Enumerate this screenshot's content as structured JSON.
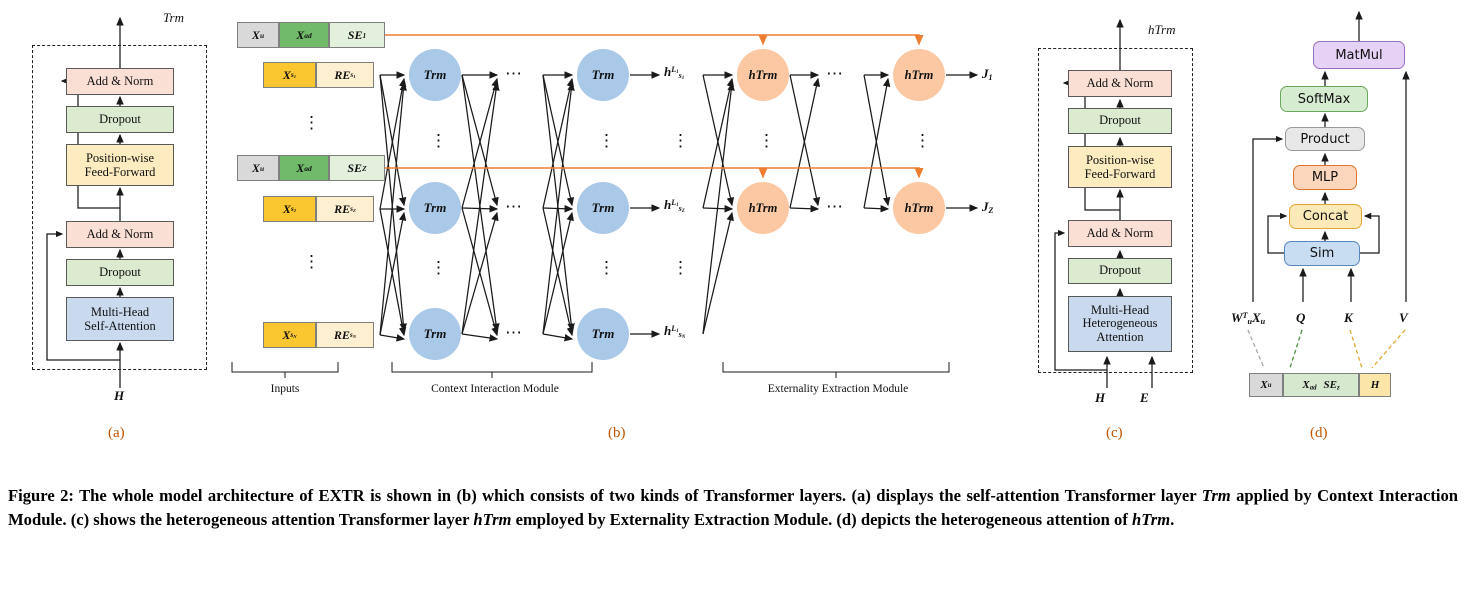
{
  "figure": {
    "panels": [
      "(a)",
      "(b)",
      "(c)",
      "(d)"
    ],
    "panel_a": {
      "tag": "Trm",
      "letter": "(a)",
      "input_symbol": "H",
      "blocks": [
        {
          "label": "Add & Norm",
          "color": "#fadfd5"
        },
        {
          "label": "Dropout",
          "color": "#dcead0"
        },
        {
          "label": "Position-wise\nFeed-Forward",
          "line1": "Position-wise",
          "line2": "Feed-Forward",
          "color": "#fcecc0"
        },
        {
          "label": "Add & Norm",
          "color": "#fadfd5"
        },
        {
          "label": "Dropout",
          "color": "#dcead0"
        },
        {
          "label": "Multi-Head\nSelf-Attention",
          "line1": "Multi-Head",
          "line2": "Self-Attention",
          "color": "#c9daee"
        }
      ]
    },
    "panel_b": {
      "letter": "(b)",
      "group_labels": [
        "Inputs",
        "Context Interaction Module",
        "Externality Extraction Module"
      ],
      "input_rows": [
        {
          "cells": [
            {
              "text": "X_u",
              "base": "X",
              "sub": "u",
              "color": "#d9d9d9"
            },
            {
              "text": "X_ad",
              "base": "X",
              "sub": "ad",
              "color": "#70ba6a"
            },
            {
              "text": "SE_1",
              "base": "SE",
              "sub": "1",
              "color": "#e2f0dc"
            }
          ]
        },
        {
          "cells": [
            {
              "text": "X_s1",
              "base": "X",
              "sub": "s₁",
              "color": "#fbc731"
            },
            {
              "text": "RE_s1",
              "base": "RE",
              "sub": "s₁",
              "color": "#fdf0d0"
            }
          ]
        },
        {
          "cells": [
            {
              "text": "X_u",
              "base": "X",
              "sub": "u",
              "color": "#d9d9d9"
            },
            {
              "text": "X_ad",
              "base": "X",
              "sub": "ad",
              "color": "#70ba6a"
            },
            {
              "text": "SE_Z",
              "base": "SE",
              "sub": "Z",
              "color": "#e2f0dc"
            }
          ]
        },
        {
          "cells": [
            {
              "text": "X_s2",
              "base": "X",
              "sub": "s₂",
              "color": "#fbc731"
            },
            {
              "text": "RE_sZ",
              "base": "RE",
              "sub": "s_Z",
              "color": "#fdf0d0"
            }
          ]
        },
        {
          "cells": [
            {
              "text": "X_sN",
              "base": "X",
              "sub": "s_N",
              "color": "#fbc731"
            },
            {
              "text": "RE_sN",
              "base": "RE",
              "sub": "s_N",
              "color": "#fdf0d0"
            }
          ]
        }
      ],
      "trm_label": "Trm",
      "htrm_label": "hTrm",
      "hidden_labels": [
        "h^{L1}_{s1}",
        "h^{L1}_{sZ}",
        "h^{L1}_{sN}"
      ],
      "outputs": [
        "J_1",
        "J_Z"
      ],
      "ellipsis": "⋯",
      "trm_circle_color": "#aac8e8",
      "htrm_circle_color": "#fbc8a3",
      "skip_arrow_color": "#ed7d31"
    },
    "panel_c": {
      "tag": "hTrm",
      "letter": "(c)",
      "input_symbols": [
        "H",
        "E"
      ],
      "blocks": [
        {
          "label": "Add & Norm",
          "color": "#fadfd5"
        },
        {
          "label": "Dropout",
          "color": "#dcead0"
        },
        {
          "line1": "Position-wise",
          "line2": "Feed-Forward",
          "color": "#fcecc0"
        },
        {
          "label": "Add & Norm",
          "color": "#fadfd5"
        },
        {
          "label": "Dropout",
          "color": "#dcead0"
        },
        {
          "line1": "Multi-Head",
          "line2": "Heterogeneous",
          "line3": "Attention",
          "color": "#c9daee"
        }
      ]
    },
    "panel_d": {
      "letter": "(d)",
      "blocks": [
        {
          "label": "MatMul",
          "color": "#e6d2f5"
        },
        {
          "label": "SoftMax",
          "color": "#d6ecd0"
        },
        {
          "label": "Product",
          "color": "#e8e8e8"
        },
        {
          "label": "MLP",
          "color": "#fbd6bd"
        },
        {
          "label": "Concat",
          "color": "#fce9b8"
        },
        {
          "label": "Sim",
          "color": "#c8dcf2"
        }
      ],
      "inputs": [
        "W_u^T X_u",
        "Q",
        "K",
        "V"
      ],
      "token_cells": [
        {
          "base": "X",
          "sub": "u",
          "color": "#d9d9d9"
        },
        {
          "base": "X",
          "sub": "ad",
          "color": "#d6e9cf"
        },
        {
          "base": "SE",
          "sub": "z",
          "color": "#d6e9cf"
        },
        {
          "base": "H",
          "sub": "",
          "color": "#fce5a8"
        }
      ],
      "dash_colors": {
        "xu": "#a6a6a6",
        "q": "#4a8a3c",
        "k": "#e0a82e",
        "v": "#e0a82e"
      }
    },
    "caption": {
      "prefix": "Figure 2:",
      "text_1": " The whole model architecture of EXTR is shown in (b) which consists of two kinds of Transformer layers. (a) displays the self-attention Transformer layer ",
      "trm": "Trm",
      "text_2": " applied by Context Interaction Module. (c) shows the heterogeneous attention Transformer layer ",
      "htrm": "hTrm",
      "text_3": " employed by Externality Extraction Module. (d) depicts the heterogeneous attention of ",
      "htrm2": "hTrm",
      "text_4": "."
    }
  }
}
